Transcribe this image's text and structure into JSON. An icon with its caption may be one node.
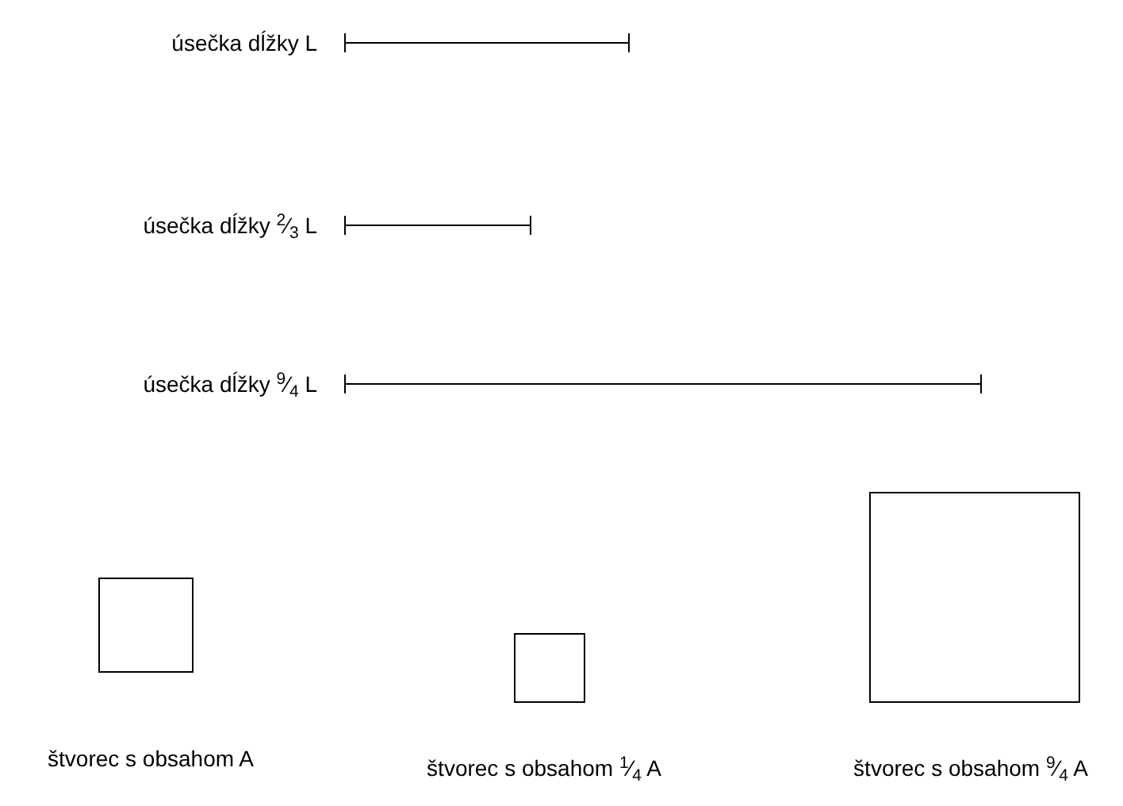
{
  "diagram": {
    "nodes": [
      {
        "text": [],
        "shape": "bar",
        "beside": [
          "úsečka dĺžky L"
        ]
      },
      {
        "text": [],
        "shape": "bar",
        "beside": [
          "úsečka dĺžky $^{2}$⁄$_{3}$ L"
        ]
      },
      {
        "text": [],
        "shape": "bar",
        "beside": [
          "úsečka dĺžky $^{9}$⁄$_{4}$ L"
        ]
      },
      {
        "text": [],
        "shape": "box",
        "beside": [
          "štvorec s obsahom A"
        ]
      },
      {
        "text": [],
        "shape": "box",
        "beside": [
          "štvorec s obsahom $^{1}$⁄$_{4}$ A"
        ]
      },
      {
        "text": [],
        "shape": "box",
        "beside": [
          "štvorec s obsahom $^{9}$⁄$_{4}$ A"
        ]
      }
    ]
  }
}
